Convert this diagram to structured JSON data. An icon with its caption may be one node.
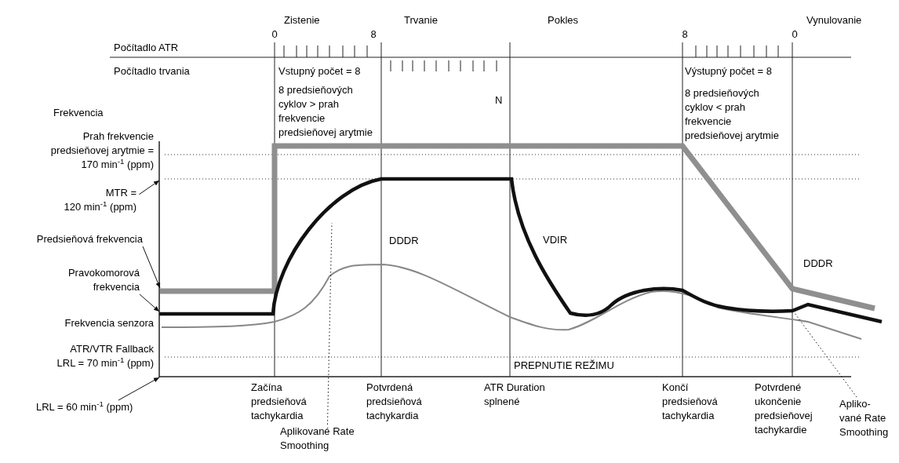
{
  "diagram": {
    "nodes": [
      {
        "text": [
          "MTR =",
          "120 min$^{-1}$ (ppm)"
        ]
      },
      {
        "text": [
          "Predsieňová frekvencia"
        ]
      },
      {
        "text": [
          "Pravokomorová frekvencia"
        ]
      },
      {
        "text": [
          "LRL = 60 min$^{-1}$ (ppm)"
        ]
      },
      {
        "text": [
          "Aplikované Rate Smoothing"
        ]
      },
      {
        "text": [
          "Apliko-vané Rate Smoothing"
        ]
      },
      {
        "text": [],
        "shape": "line"
      },
      {
        "text": [],
        "shape": "line"
      },
      {
        "text": [],
        "shape": "line"
      }
    ],
    "edges": [
      {
        "from": 0,
        "to": 8,
        "arrow": "to"
      },
      {
        "from": 1,
        "to": 6,
        "arrow": "to"
      },
      {
        "from": 2,
        "to": 7,
        "arrow": "to"
      },
      {
        "from": 3,
        "to": 8,
        "arrow": "to"
      },
      {
        "from": 4,
        "to": 7,
        "arrow": "none",
        "style": "dashed"
      },
      {
        "from": 5,
        "to": 7,
        "arrow": "none",
        "style": "dashed"
      }
    ],
    "labels": [
      "Zistenie",
      "Trvanie",
      "Pokles",
      "Vynulovanie",
      "0",
      "8",
      "Počítadlo ATR",
      "8",
      "0",
      "Počítadlo trvania",
      "Vstupný počet = 8",
      "8 predsieňových cyklov > prah frekvencie predsieňovej arytmie",
      "Výstupný počet = 8",
      "8 predsieňových cyklov < prah frekvencie predsieňovej arytmie",
      "N",
      "Frekvencia",
      "Prah frekvencie predsieňovej arytmie = 170 min$^{-1}$ (ppm)",
      "DDDR",
      "VDIR",
      "DDDR",
      "Frekvencia senzora",
      "ATR/VTR Fallback LRL = 70 min$^{-1}$ (ppm)",
      "PREPNUTIE REŽIMU",
      "Začína predsieňová tachykardia",
      "Potvrdená predsieňová tachykardia",
      "ATR Duration splnené",
      "Končí predsieňová tachykardia",
      "Potvrdené ukončenie predsieňovej tachykardie"
    ]
  }
}
